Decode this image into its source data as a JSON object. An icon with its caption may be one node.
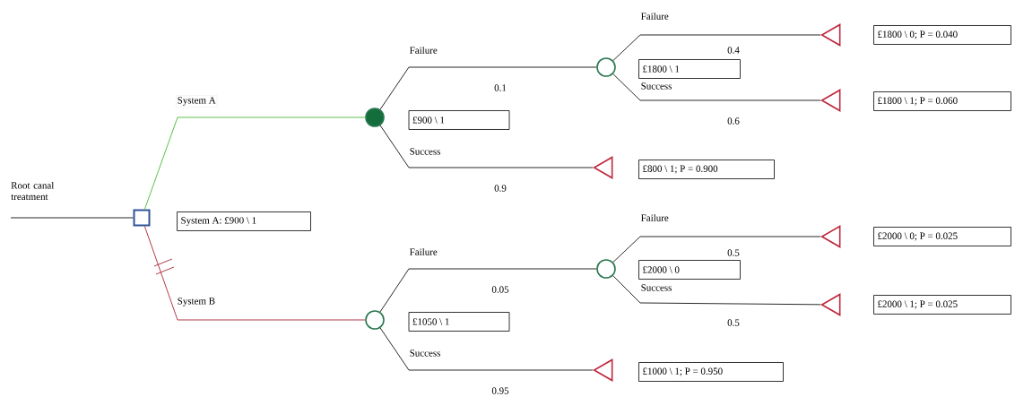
{
  "diagram": {
    "nodes": [
      {
        "text": [
          "Root canal treatment"
        ]
      },
      {
        "text": [],
        "shape": "box"
      },
      {
        "text": [
          "System A: £900 \\ 1"
        ]
      },
      {
        "text": [],
        "shape": "circle"
      },
      {
        "text": [
          "£900 \\ 1"
        ]
      },
      {
        "text": [],
        "shape": "circle"
      },
      {
        "text": [
          "£1800 \\ 1"
        ]
      },
      {
        "text": [],
        "shape": "triangle"
      },
      {
        "text": [
          "£1800 \\ 0; P = 0.040"
        ]
      },
      {
        "text": [],
        "shape": "triangle"
      },
      {
        "text": [
          "£1800 \\ 1; P = 0.060"
        ]
      },
      {
        "text": [],
        "shape": "triangle"
      },
      {
        "text": [
          "£800 \\ 1; P = 0.900"
        ]
      },
      {
        "text": [],
        "shape": "circle"
      },
      {
        "text": [
          "£1050 \\ 1"
        ]
      },
      {
        "text": [],
        "shape": "circle"
      },
      {
        "text": [
          "£2000 \\ 0"
        ]
      },
      {
        "text": [],
        "shape": "triangle"
      },
      {
        "text": [
          "£2000 \\ 0; P = 0.025"
        ]
      },
      {
        "text": [],
        "shape": "triangle"
      },
      {
        "text": [
          "£2000 \\ 1; P = 0.025"
        ]
      },
      {
        "text": [],
        "shape": "triangle"
      },
      {
        "text": [
          "£1000 \\ 1; P = 0.950"
        ]
      }
    ],
    "edges": [
      {
        "from": 0,
        "to": 1,
        "arrow": "none"
      },
      {
        "from": 1,
        "to": 3,
        "arrow": "none",
        "label": "System A",
        "color": "#5cbf4a"
      },
      {
        "from": 1,
        "to": 13,
        "arrow": "none",
        "label": "System B",
        "color": "#b03a48"
      },
      {
        "from": 3,
        "to": 5,
        "arrow": "none",
        "label": "Failure"
      },
      {
        "from": 3,
        "to": 11,
        "arrow": "none",
        "label": "Success"
      },
      {
        "from": 5,
        "to": 7,
        "arrow": "none",
        "label": "Failure"
      },
      {
        "from": 5,
        "to": 9,
        "arrow": "none",
        "label": "Success"
      },
      {
        "from": 13,
        "to": 15,
        "arrow": "none",
        "label": "Failure"
      },
      {
        "from": 13,
        "to": 21,
        "arrow": "none",
        "label": "Success"
      },
      {
        "from": 15,
        "to": 17,
        "arrow": "none",
        "label": "Failure"
      },
      {
        "from": 15,
        "to": 19,
        "arrow": "none",
        "label": "Success"
      }
    ],
    "labels": [
      "0.4",
      "0.1",
      "0.6",
      "0.9",
      "0.5",
      "0.05",
      "0.5",
      "0.95"
    ]
  }
}
